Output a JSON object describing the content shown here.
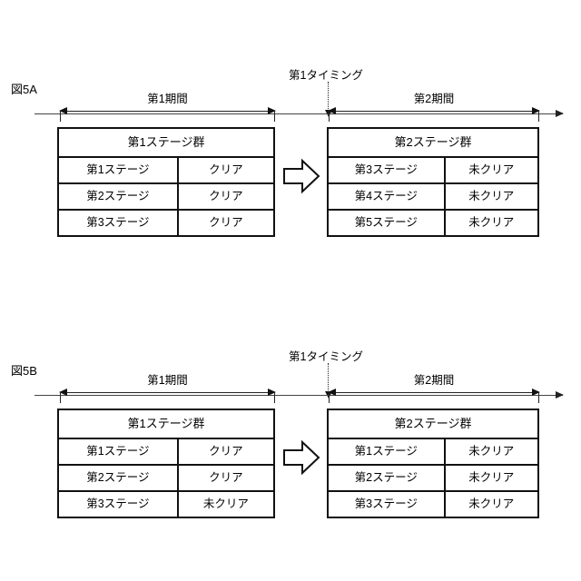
{
  "figures": [
    {
      "label": "図5A",
      "timing": {
        "label": "第1タイミング"
      },
      "periods": [
        {
          "name": "第1期間"
        },
        {
          "name": "第2期間"
        }
      ],
      "tables": [
        {
          "header": "第1ステージ群",
          "rows": [
            {
              "name": "第1ステージ",
              "status": "クリア"
            },
            {
              "name": "第2ステージ",
              "status": "クリア"
            },
            {
              "name": "第3ステージ",
              "status": "クリア"
            }
          ]
        },
        {
          "header": "第2ステージ群",
          "rows": [
            {
              "name": "第3ステージ",
              "status": "未クリア"
            },
            {
              "name": "第4ステージ",
              "status": "未クリア"
            },
            {
              "name": "第5ステージ",
              "status": "未クリア"
            }
          ]
        }
      ],
      "transition_icon": "right-block-arrow-icon"
    },
    {
      "label": "図5B",
      "timing": {
        "label": "第1タイミング"
      },
      "periods": [
        {
          "name": "第1期間"
        },
        {
          "name": "第2期間"
        }
      ],
      "tables": [
        {
          "header": "第1ステージ群",
          "rows": [
            {
              "name": "第1ステージ",
              "status": "クリア"
            },
            {
              "name": "第2ステージ",
              "status": "クリア"
            },
            {
              "name": "第3ステージ",
              "status": "未クリア"
            }
          ]
        },
        {
          "header": "第2ステージ群",
          "rows": [
            {
              "name": "第1ステージ",
              "status": "未クリア"
            },
            {
              "name": "第2ステージ",
              "status": "未クリア"
            },
            {
              "name": "第3ステージ",
              "status": "未クリア"
            }
          ]
        }
      ],
      "transition_icon": "right-block-arrow-icon"
    }
  ],
  "colors": {
    "ink": "#111111",
    "axis": "#444444",
    "background": "#ffffff"
  }
}
